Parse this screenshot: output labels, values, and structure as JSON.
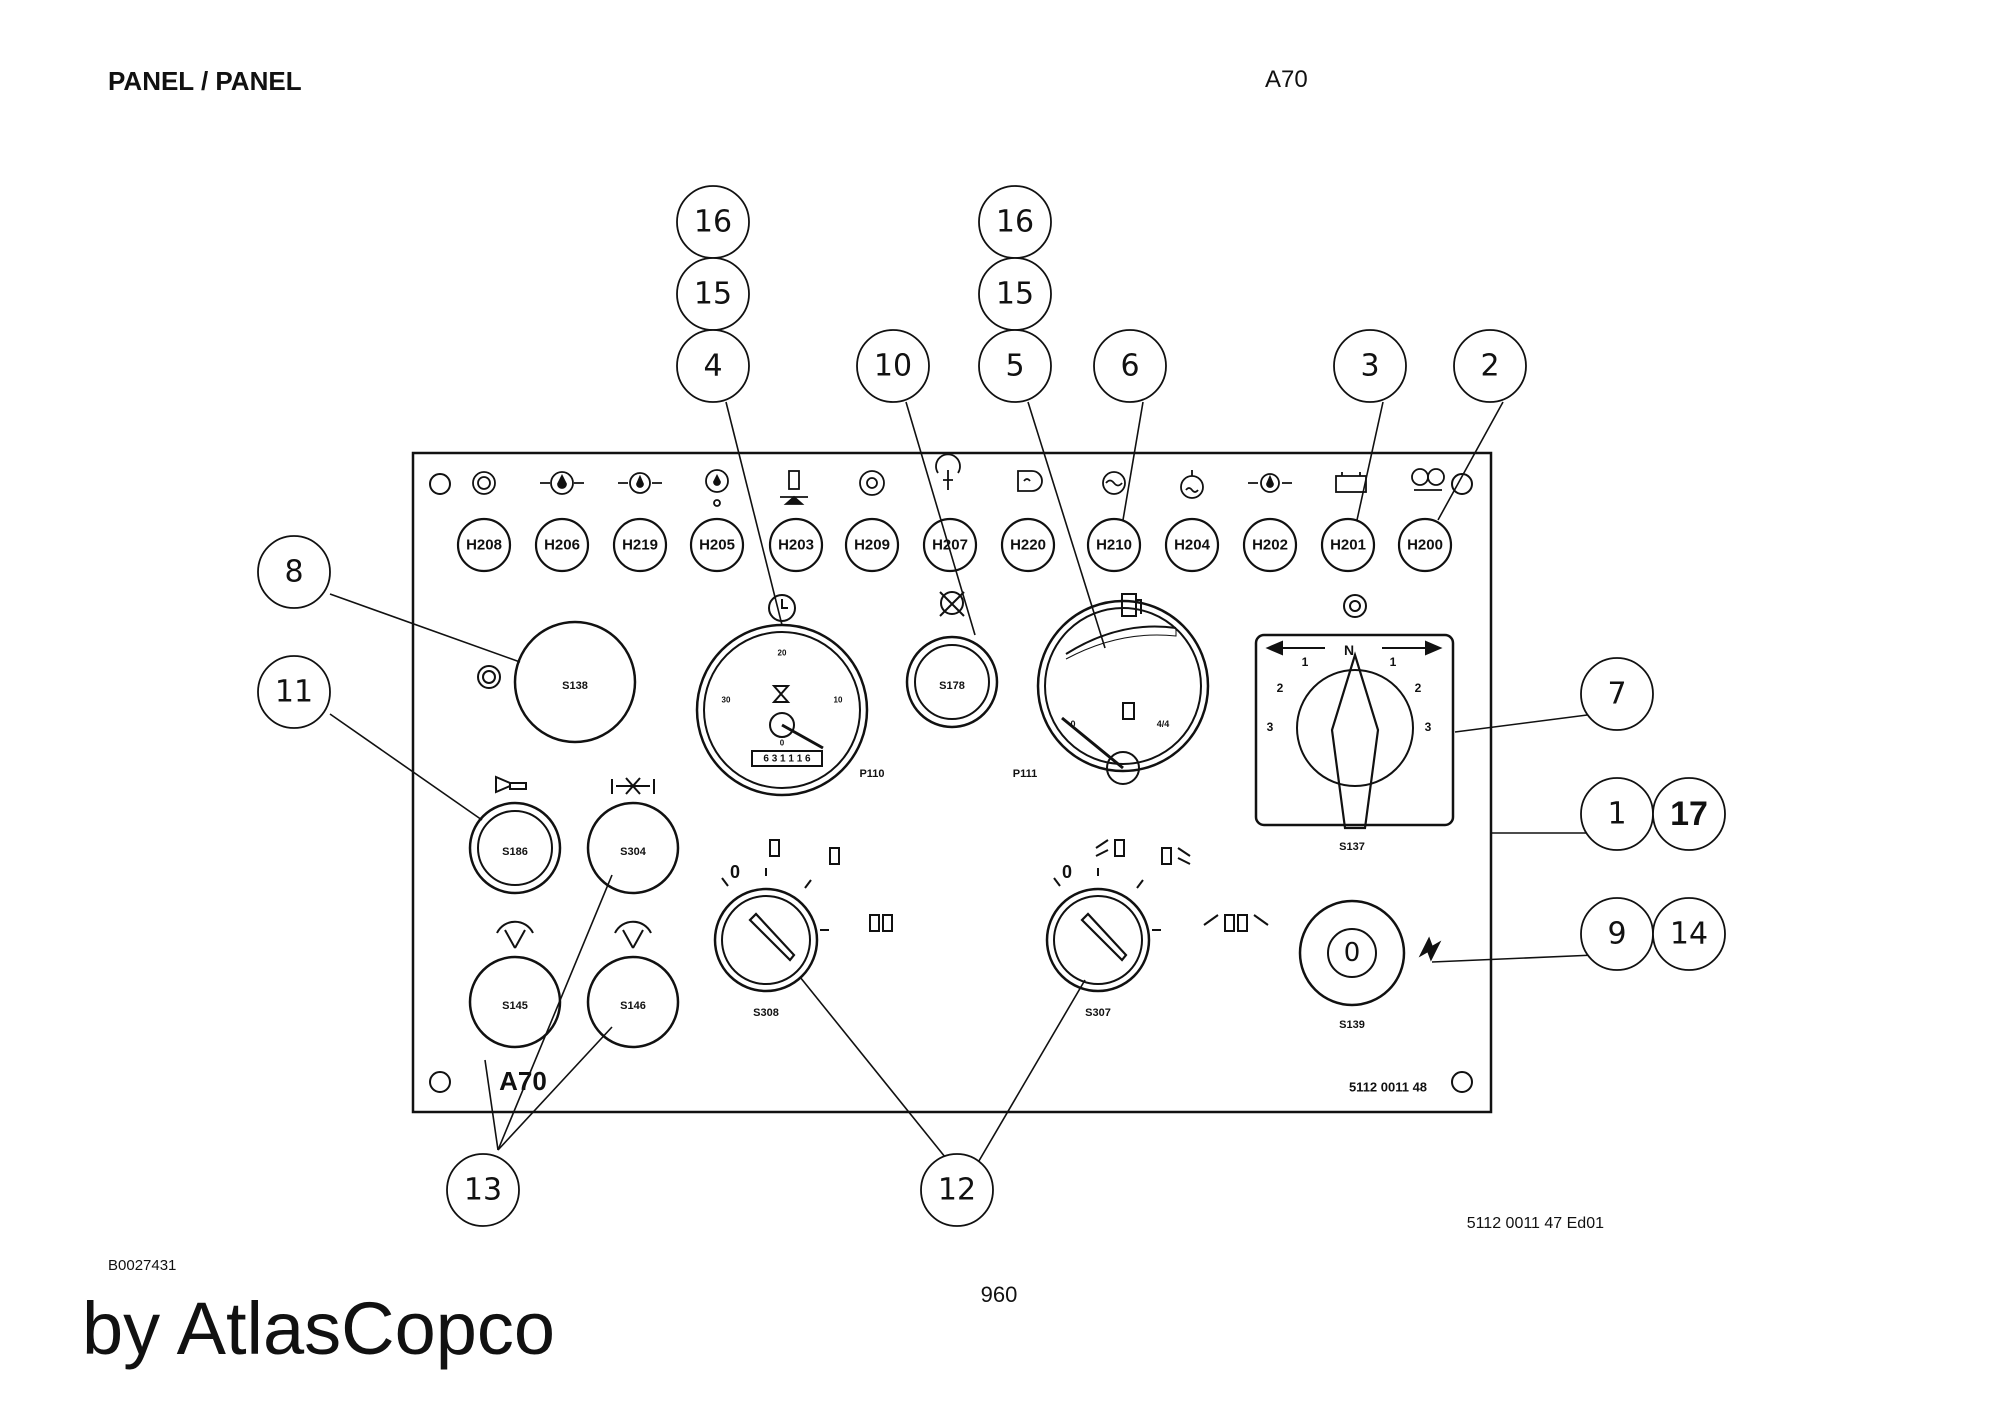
{
  "header": {
    "title": "PANEL / PANEL",
    "model": "A70"
  },
  "footer": {
    "figure_code": "B0027431",
    "page_number": "960",
    "drawing_ref": "5112 0011 47 Ed01",
    "brand": "by AtlasCopco"
  },
  "panel": {
    "model_label": "A70",
    "part_number": "5112 0011 48",
    "indicator_lamps": [
      "H208",
      "H206",
      "H219",
      "H205",
      "H203",
      "H209",
      "H207",
      "H220",
      "H210",
      "H204",
      "H202",
      "H201",
      "H200"
    ],
    "gauges": {
      "tachometer": "P110",
      "tach_counter": "6 3 1 1 1 6",
      "tach_scale": [
        "0",
        "10",
        "20",
        "30"
      ],
      "fuel": "P111",
      "fuel_empty": "0",
      "fuel_full": "4/4"
    },
    "switches": {
      "s138": "S138",
      "s178": "S178",
      "s186": "S186",
      "s304": "S304",
      "s145": "S145",
      "s146": "S146",
      "s308": "S308",
      "s307": "S307",
      "s137": "S137",
      "s139": "S139",
      "s308_zero": "0",
      "s307_zero": "0",
      "key": "0"
    },
    "selector_positions": {
      "neutral": "N",
      "left": [
        "1",
        "2",
        "3"
      ],
      "right": [
        "1",
        "2",
        "3"
      ]
    }
  },
  "callouts": {
    "c16a": "16",
    "c15a": "15",
    "c4": "4",
    "c10": "10",
    "c16b": "16",
    "c15b": "15",
    "c5": "5",
    "c6": "6",
    "c3": "3",
    "c2": "2",
    "c8": "8",
    "c11": "11",
    "c7": "7",
    "c1": "1",
    "c17": "17",
    "c9": "9",
    "c14": "14",
    "c13": "13",
    "c12": "12"
  }
}
